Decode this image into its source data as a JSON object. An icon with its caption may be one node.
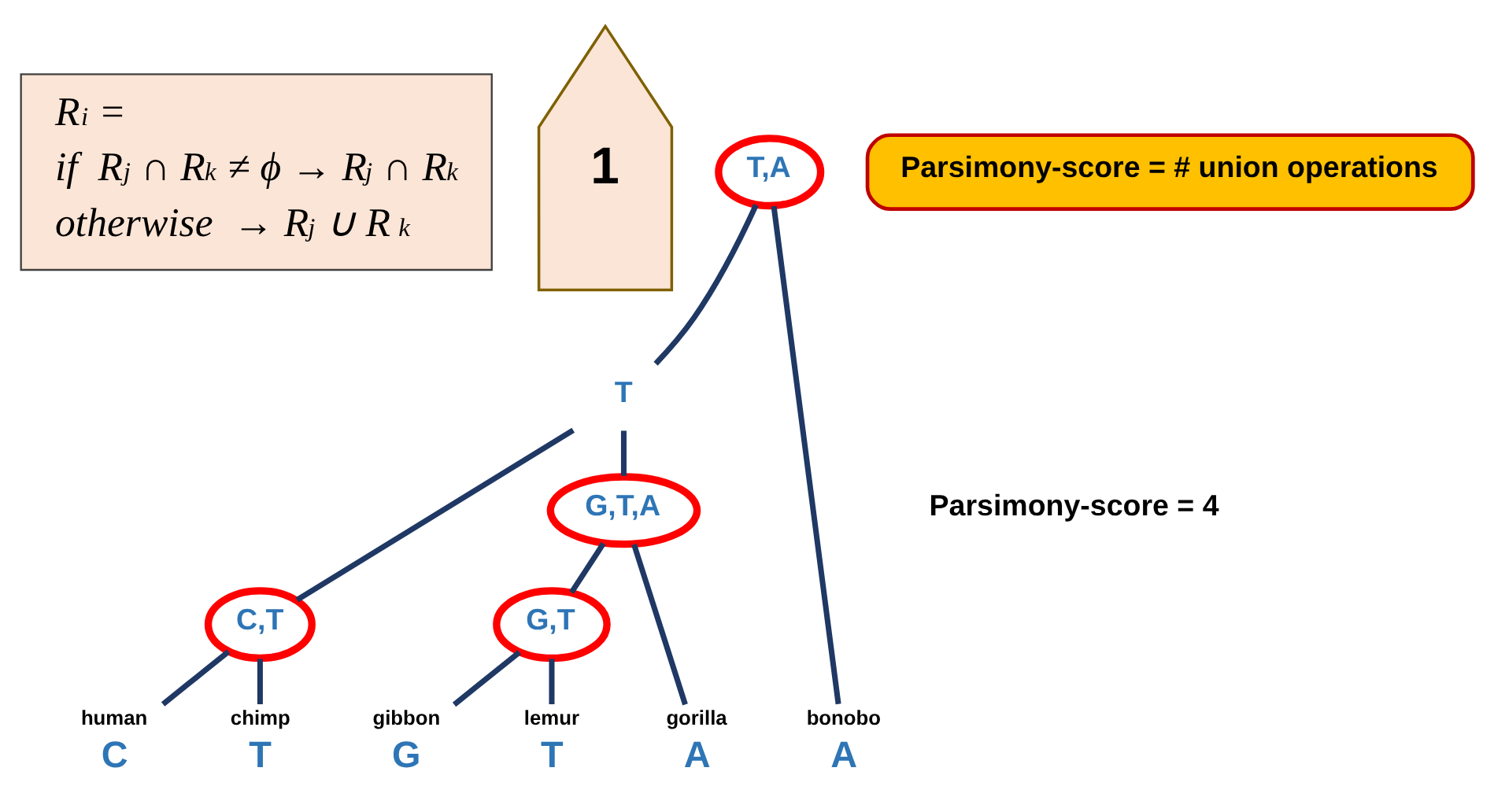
{
  "diagram": {
    "nodes": [
      {
        "text": [
          "R$_{i}$ =",
          "if  R$_{j}$ ∩ R$_{k}$ ≠ ϕ → R$_{j}$ ∩ R$_{k}$",
          "otherwise  → R$_{j}$ ∪ R$_{k}$"
        ]
      },
      {
        "text": [
          "1"
        ]
      },
      {
        "text": [
          "T,A"
        ]
      },
      {
        "text": [
          "Parsimony-score = # union operations"
        ]
      },
      {
        "text": [
          "T"
        ]
      },
      {
        "text": [
          "G,T,A"
        ]
      },
      {
        "text": [
          "C,T"
        ]
      },
      {
        "text": [
          "G,T"
        ]
      },
      {
        "text": [
          "human",
          "C"
        ]
      },
      {
        "text": [
          "chimp",
          "T"
        ]
      },
      {
        "text": [
          "gibbon",
          "G"
        ]
      },
      {
        "text": [
          "lemur",
          "T"
        ]
      },
      {
        "text": [
          "gorilla",
          "A"
        ]
      },
      {
        "text": [
          "bonobo",
          "A"
        ]
      }
    ],
    "edges": [
      {
        "from": 2,
        "to": 4,
        "arrow": "none"
      },
      {
        "from": 2,
        "to": 13,
        "arrow": "none"
      },
      {
        "from": 4,
        "to": 6,
        "arrow": "none"
      },
      {
        "from": 4,
        "to": 5,
        "arrow": "none"
      },
      {
        "from": 6,
        "to": 8,
        "arrow": "none"
      },
      {
        "from": 6,
        "to": 9,
        "arrow": "none"
      },
      {
        "from": 5,
        "to": 7,
        "arrow": "none"
      },
      {
        "from": 5,
        "to": 12,
        "arrow": "none"
      },
      {
        "from": 7,
        "to": 10,
        "arrow": "none"
      },
      {
        "from": 7,
        "to": 11,
        "arrow": "none"
      }
    ],
    "labels": [
      "Parsimony-score = 4"
    ]
  }
}
